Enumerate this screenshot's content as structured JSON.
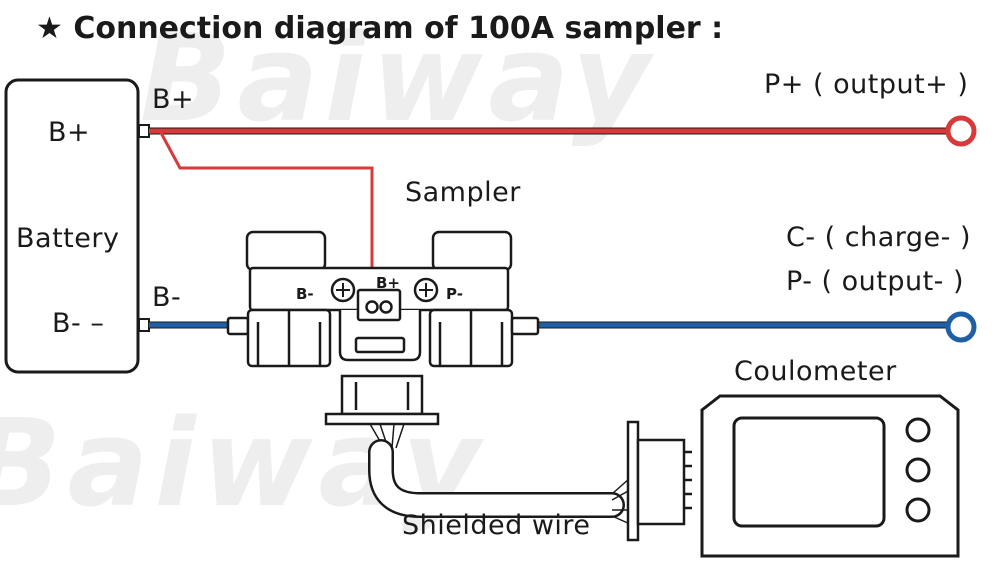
{
  "title": "★  Connection diagram of 100A sampler :",
  "watermark": "Baiway",
  "battery": {
    "label": "Battery",
    "pos_terminal": "B+",
    "neg_terminal": "B-  –"
  },
  "wire_labels": {
    "b_plus": "B+",
    "b_minus": "B-"
  },
  "outputs": {
    "p_plus": "P+ ( output+ )",
    "c_minus": "C- ( charge- )",
    "p_minus": "P- ( output- )"
  },
  "sampler": {
    "label": "Sampler",
    "left_terminal": "B-",
    "right_terminal": "P-",
    "sense_terminal": "B+"
  },
  "coulometer": {
    "label": "Coulometer"
  },
  "shielded_wire": {
    "label": "Shielded wire"
  },
  "colors": {
    "positive_wire": "#d63a3a",
    "negative_wire": "#1f5fa6",
    "outline": "#1a1a1a"
  }
}
